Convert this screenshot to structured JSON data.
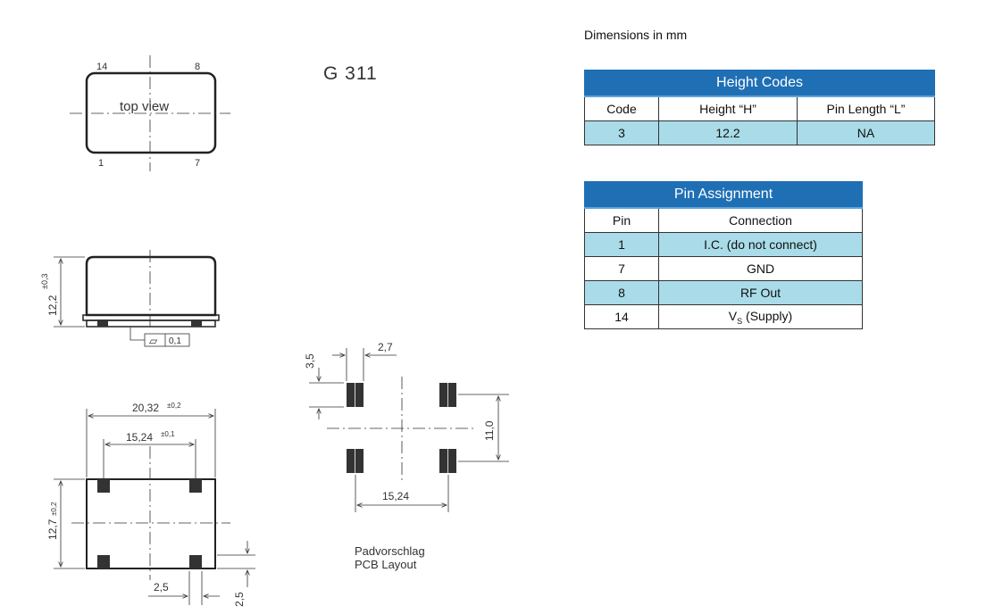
{
  "drawing": {
    "model": "G 311",
    "top_view": {
      "label": "top view",
      "pins": [
        "14",
        "8",
        "1",
        "7"
      ]
    },
    "side_view": {
      "height": "12,2",
      "height_tol": "±0,3",
      "flatness": "0,1",
      "flatness_symbol": "▱"
    },
    "bottom_view": {
      "width": "20,32",
      "width_tol": "±0,2",
      "pin_span": "15,24",
      "pin_span_tol": "±0,1",
      "depth": "12,7",
      "depth_tol": "±0,2",
      "pad_width": "2,5",
      "pad_height": "2,5"
    },
    "pcb_layout": {
      "pad_height": "3,5",
      "pad_width": "2,7",
      "row_spacing": "11,0",
      "col_spacing": "15,24",
      "caption_de": "Padvorschlag",
      "caption_en": "PCB Layout"
    }
  },
  "dimensions_note": "Dimensions in mm",
  "height_codes": {
    "title": "Height Codes",
    "headers": [
      "Code",
      "Height “H”",
      "Pin Length “L”"
    ],
    "rows": [
      [
        "3",
        "12.2",
        "NA"
      ]
    ]
  },
  "pin_assignment": {
    "title": "Pin Assignment",
    "headers": [
      "Pin",
      "Connection"
    ],
    "rows": [
      [
        "1",
        "I.C. (do not connect)"
      ],
      [
        "7",
        "GND"
      ],
      [
        "8",
        "RF Out"
      ]
    ],
    "supply_row": {
      "pin": "14",
      "symbol": "V",
      "subscript": "S",
      "suffix": " (Supply)"
    }
  },
  "colors": {
    "table_header": "#1f6fb5",
    "row_highlight": "#a9dce8",
    "pad_fill": "#333333"
  }
}
